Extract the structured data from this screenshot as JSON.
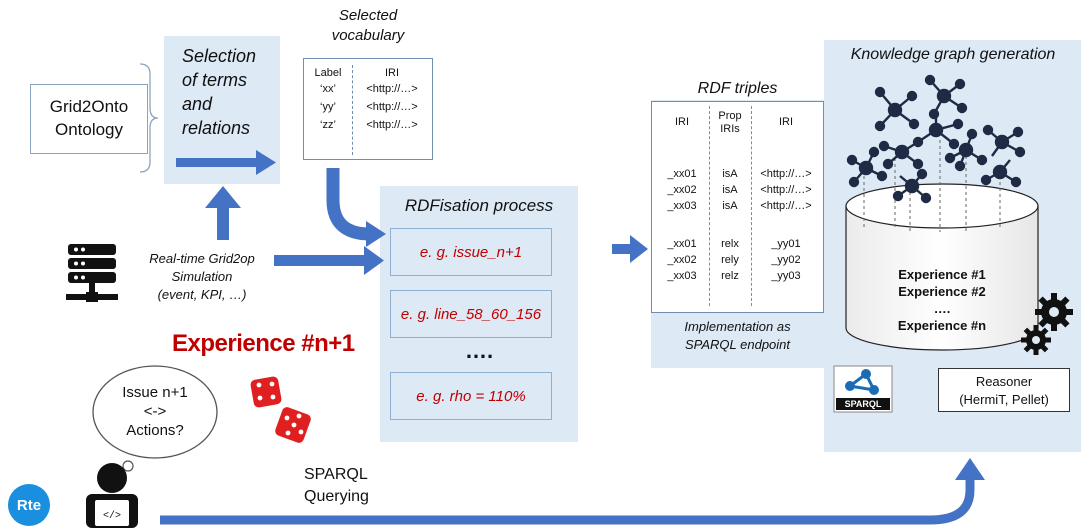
{
  "ontology": {
    "line1": "Grid2Onto",
    "line2": "Ontology"
  },
  "selection_panel": {
    "lines": [
      "Selection",
      "of terms",
      "and",
      "relations"
    ]
  },
  "vocabulary": {
    "title_line1": "Selected",
    "title_line2": "vocabulary",
    "header": [
      "Label",
      "IRI"
    ],
    "rows": [
      [
        "‘xx’",
        "<http://…>"
      ],
      [
        "‘yy’",
        "<http://…>"
      ],
      [
        "‘zz’",
        "<http://…>"
      ]
    ]
  },
  "simulation": {
    "lines": [
      "Real-time Grid2op",
      "Simulation",
      "(event, KPI, …)"
    ]
  },
  "rdfisation": {
    "title": "RDFisation process",
    "examples": [
      "e. g. issue_n+1",
      "e. g. line_58_60_156",
      "e. g. rho = 110%"
    ],
    "ellipsis": "…."
  },
  "experience_label": "Experience #n+1",
  "rdf": {
    "title": "RDF triples",
    "headers": [
      "IRI",
      "Prop IRIs",
      "IRI"
    ],
    "group1": [
      [
        "_xx01",
        "isA",
        "<http://…>"
      ],
      [
        "_xx02",
        "isA",
        "<http://…>"
      ],
      [
        "_xx03",
        "isA",
        "<http://…>"
      ]
    ],
    "group2": [
      [
        "_xx01",
        "relx",
        "_yy01"
      ],
      [
        "_xx02",
        "rely",
        "_yy02"
      ],
      [
        "_xx03",
        "relz",
        "_yy03"
      ]
    ],
    "implementation_line1": "Implementation as",
    "implementation_line2": "SPARQL endpoint"
  },
  "kg": {
    "title": "Knowledge graph generation",
    "experiences": [
      "Experience #1",
      "Experience #2",
      "….",
      "Experience #n"
    ],
    "sparql_logo": "SPARQL",
    "reasoner_line1": "Reasoner",
    "reasoner_line2": "(HermiT, Pellet)"
  },
  "bubble": {
    "lines": [
      "Issue n+1",
      "<->",
      "Actions?"
    ]
  },
  "querying": {
    "line1": "SPARQL",
    "line2": "Querying"
  },
  "rte_logo": "Rte",
  "colors": {
    "panel": "#dde9f5",
    "arrow": "#4472c4",
    "red": "#c00000",
    "graph_node": "#1f2a44"
  }
}
